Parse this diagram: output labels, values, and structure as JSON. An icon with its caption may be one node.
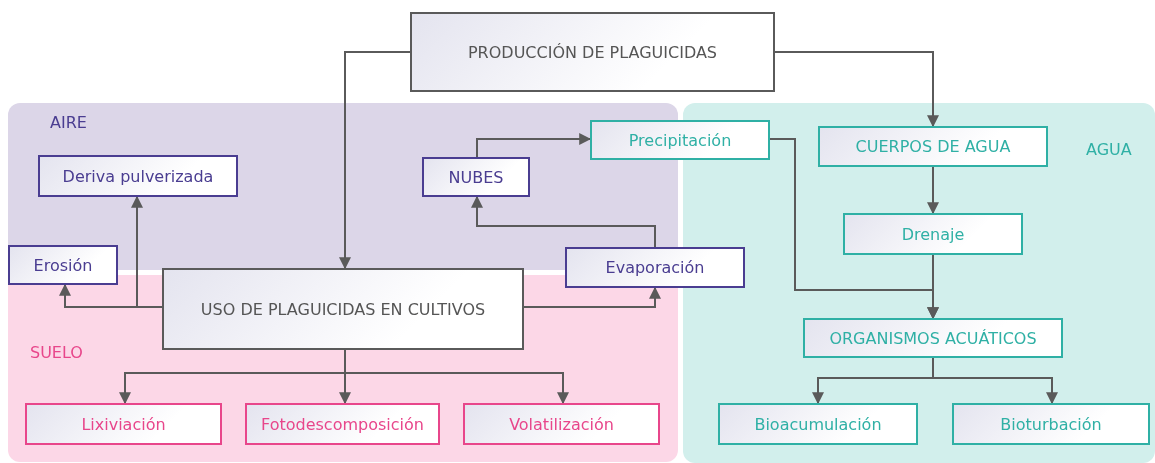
{
  "diagram": {
    "nodes": [
      {
        "text": [
          "AIRE"
        ]
      },
      {
        "text": [
          "SUELO"
        ]
      },
      {
        "text": [
          "AGUA"
        ]
      },
      {
        "text": [
          "PRODUCCIÓN DE PLAGUICIDAS"
        ]
      },
      {
        "text": [
          "Deriva pulverizada"
        ],
        "in": 0
      },
      {
        "text": [
          "NUBES"
        ],
        "in": 0
      },
      {
        "text": [
          "Precipitación"
        ]
      },
      {
        "text": [
          "CUERPOS DE AGUA"
        ],
        "in": 2
      },
      {
        "text": [
          "Drenaje"
        ],
        "in": 2
      },
      {
        "text": [
          "Erosión"
        ]
      },
      {
        "text": [
          "USO DE PLAGUICIDAS EN CULTIVOS"
        ]
      },
      {
        "text": [
          "Evaporación"
        ]
      },
      {
        "text": [
          "ORGANISMOS ACUÁTICOS"
        ],
        "in": 2
      },
      {
        "text": [
          "Lixiviación"
        ],
        "in": 1
      },
      {
        "text": [
          "Fotodescomposición"
        ],
        "in": 1
      },
      {
        "text": [
          "Volatilización"
        ],
        "in": 1
      },
      {
        "text": [
          "Bioacumulación"
        ],
        "in": 2
      },
      {
        "text": [
          "Bioturbación"
        ],
        "in": 2
      }
    ],
    "edges": [
      {
        "from": 3,
        "to": 10,
        "arrow": "to"
      },
      {
        "from": 3,
        "to": 7,
        "arrow": "to"
      },
      {
        "from": 10,
        "to": 9,
        "arrow": "to"
      },
      {
        "from": 10,
        "to": 4,
        "arrow": "to"
      },
      {
        "from": 10,
        "to": 11,
        "arrow": "to"
      },
      {
        "from": 11,
        "to": 5,
        "arrow": "to"
      },
      {
        "from": 5,
        "to": 6,
        "arrow": "to"
      },
      {
        "from": 6,
        "to": 12,
        "arrow": "to"
      },
      {
        "from": 7,
        "to": 8,
        "arrow": "to"
      },
      {
        "from": 8,
        "to": 12,
        "arrow": "to"
      },
      {
        "from": 10,
        "to": 13,
        "arrow": "to"
      },
      {
        "from": 10,
        "to": 14,
        "arrow": "to"
      },
      {
        "from": 10,
        "to": 15,
        "arrow": "to"
      },
      {
        "from": 12,
        "to": 16,
        "arrow": "to"
      },
      {
        "from": 12,
        "to": 17,
        "arrow": "to"
      }
    ]
  }
}
